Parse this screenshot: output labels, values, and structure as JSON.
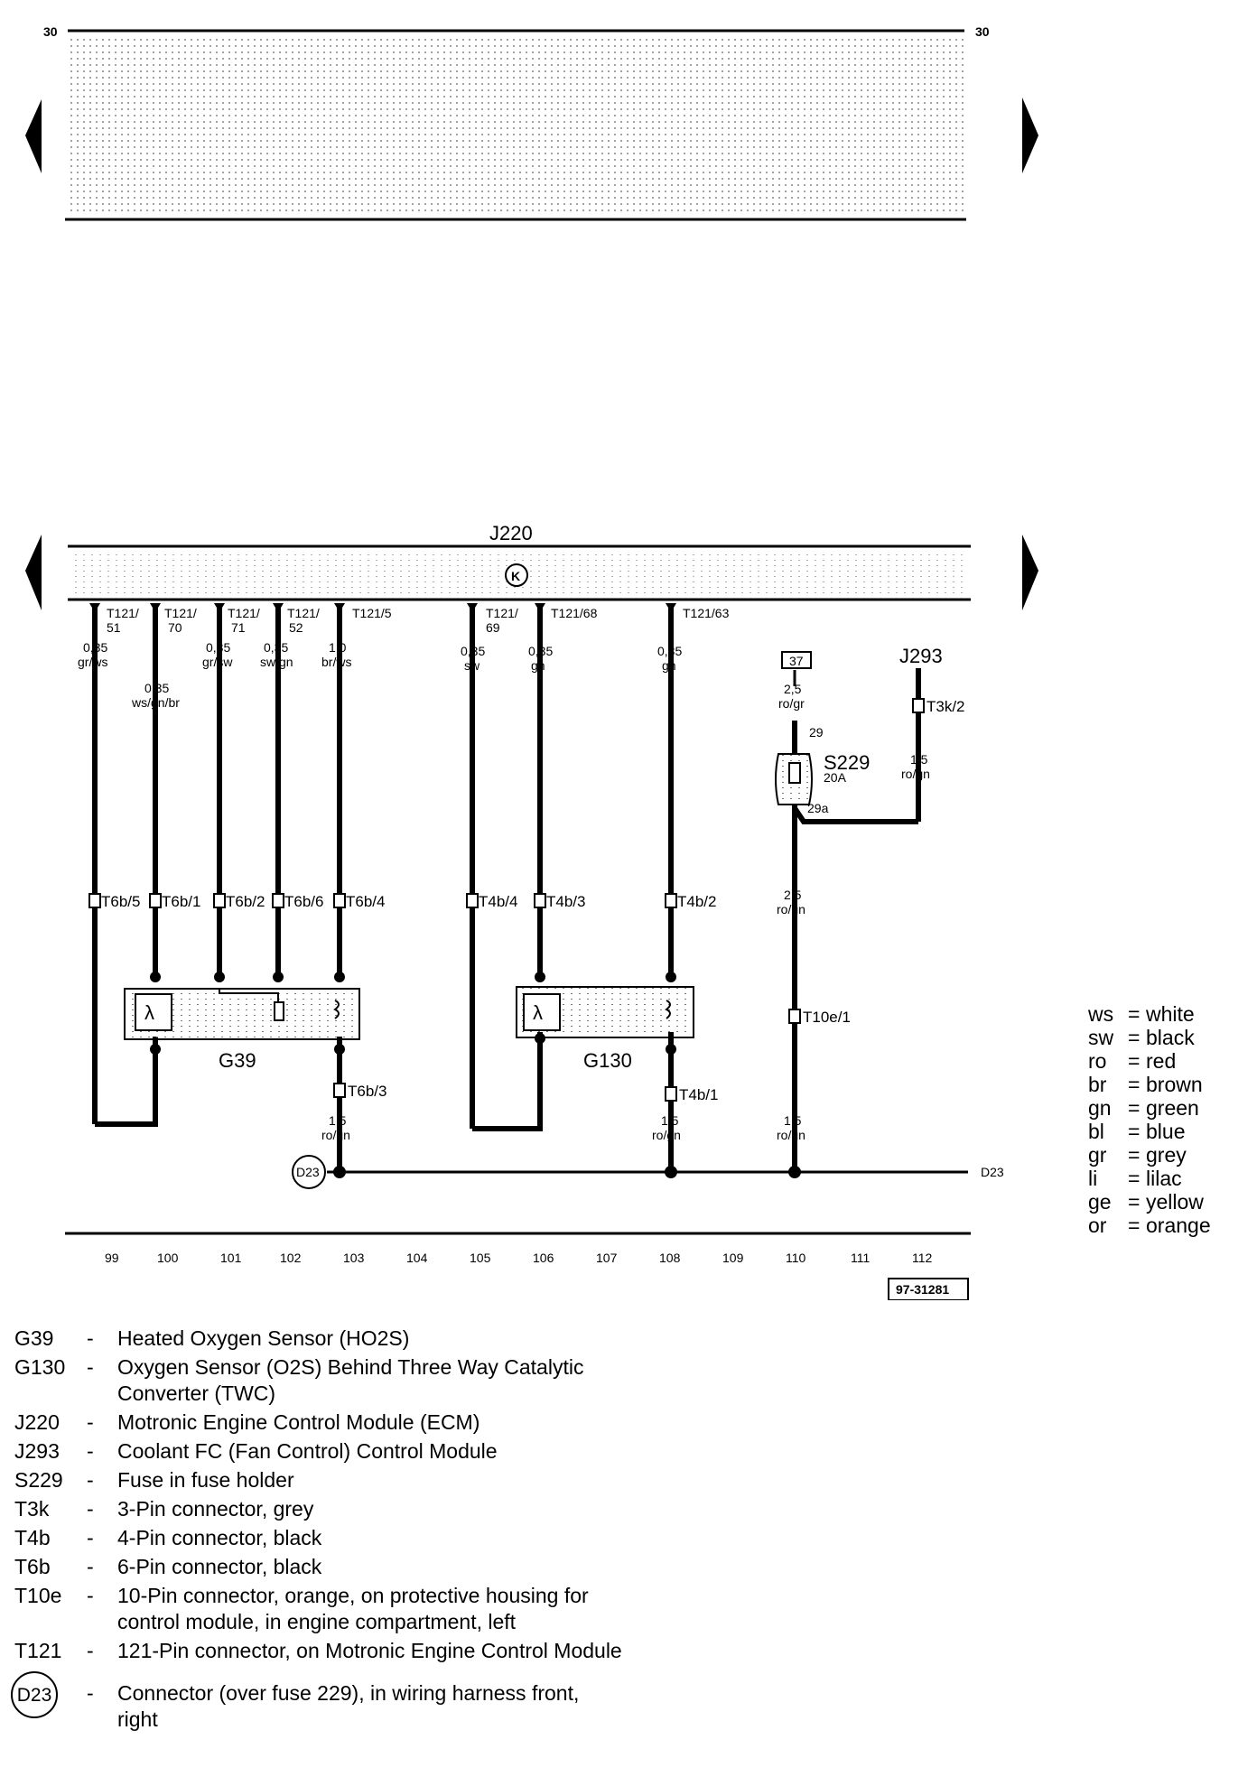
{
  "top_strip": {
    "label_left": "30",
    "label_right": "30"
  },
  "header_bar": {
    "component": "J220",
    "symbol": "K"
  },
  "pins": {
    "p51": "T121/\n51",
    "p70": "T121/\n70",
    "p71": "T121/\n71",
    "p52": "T121/\n52",
    "p5": "T121/5",
    "p69": "T121/\n69",
    "p68": "T121/68",
    "p63": "T121/63"
  },
  "wires": {
    "w99": [
      "0,35",
      "gr/ws"
    ],
    "w100": [
      "0,35",
      "ws/gn/br"
    ],
    "w101": [
      "0,35",
      "gr/sw"
    ],
    "w102": [
      "0,35",
      "sw/gn"
    ],
    "w103": [
      "1,0",
      "br/ws"
    ],
    "w105": [
      "0,35",
      "sw"
    ],
    "w106": [
      "0,35",
      "gn"
    ],
    "w108": [
      "0,35",
      "gn"
    ],
    "w110a": [
      "2,5",
      "ro/gr"
    ],
    "w112": [
      "1,5",
      "ro/gn"
    ],
    "w110b": [
      "2,5",
      "ro/gn"
    ],
    "w103b": [
      "1,5",
      "ro/gn"
    ],
    "w108b": [
      "1,5",
      "ro/gn"
    ],
    "w110c": [
      "1,5",
      "ro/gn"
    ]
  },
  "connectors": {
    "c99": "T6b/5",
    "c100": "T6b/1",
    "c101": "T6b/2",
    "c102": "T6b/6",
    "c103": "T6b/4",
    "c105": "T4b/4",
    "c106": "T4b/3",
    "c108": "T4b/2",
    "c103b": "T6b/3",
    "c108b": "T4b/1",
    "c110": "T10e/1",
    "c112": "T3k/2"
  },
  "components": {
    "g39": "G39",
    "g130": "G130",
    "j293": "J293",
    "s229": "S229",
    "s229_rating": "20A",
    "box37": "37",
    "pin29": "29",
    "pin29a": "29a",
    "d23": "D23",
    "d23_right": "D23"
  },
  "current_tracks": [
    "99",
    "100",
    "101",
    "102",
    "103",
    "104",
    "105",
    "106",
    "107",
    "108",
    "109",
    "110",
    "111",
    "112"
  ],
  "figure_id": "97-31281",
  "color_legend": [
    {
      "code": "ws",
      "name": "white"
    },
    {
      "code": "sw",
      "name": "black"
    },
    {
      "code": "ro",
      "name": "red"
    },
    {
      "code": "br",
      "name": "brown"
    },
    {
      "code": "gn",
      "name": "green"
    },
    {
      "code": "bl",
      "name": "blue"
    },
    {
      "code": "gr",
      "name": "grey"
    },
    {
      "code": "li",
      "name": "lilac"
    },
    {
      "code": "ge",
      "name": "yellow"
    },
    {
      "code": "or",
      "name": "orange"
    }
  ],
  "descriptions": [
    {
      "code": "G39",
      "text": "Heated Oxygen Sensor (HO2S)"
    },
    {
      "code": "G130",
      "text": "Oxygen Sensor (O2S) Behind Three Way Catalytic Converter (TWC)"
    },
    {
      "code": "J220",
      "text": "Motronic Engine Control Module (ECM)"
    },
    {
      "code": "J293",
      "text": "Coolant FC (Fan Control) Control Module"
    },
    {
      "code": "S229",
      "text": "Fuse in fuse holder"
    },
    {
      "code": "T3k",
      "text": "3-Pin connector, grey"
    },
    {
      "code": "T4b",
      "text": "4-Pin connector, black"
    },
    {
      "code": "T6b",
      "text": "6-Pin connector, black"
    },
    {
      "code": "T10e",
      "text": "10-Pin connector, orange, on protective housing for control module, in engine compartment, left"
    },
    {
      "code": "T121",
      "text": "121-Pin connector, on Motronic Engine Control Module"
    }
  ],
  "d23_description": {
    "code": "D23",
    "text": "Connector (over fuse 229), in wiring harness front, right"
  }
}
